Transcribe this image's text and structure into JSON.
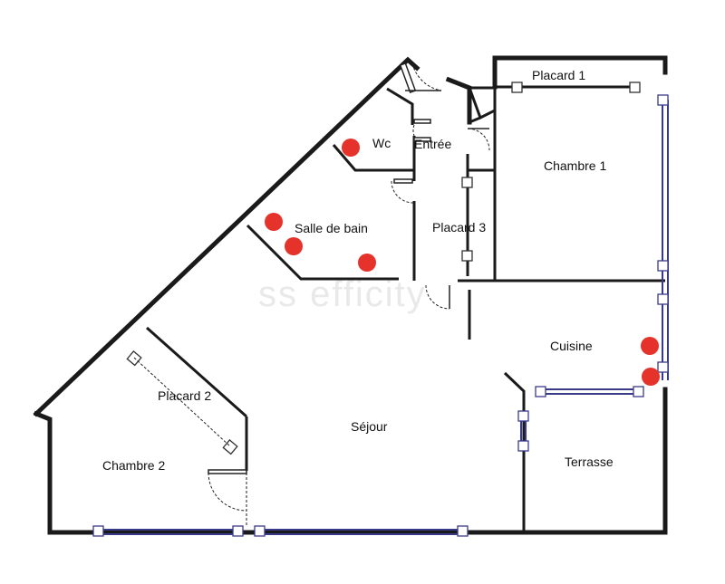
{
  "rooms": {
    "placard1": "Placard 1",
    "wc": "Wc",
    "entree": "Entrée",
    "chambre1": "Chambre 1",
    "salle_de_bain": "Salle de bain",
    "placard3": "Placard 3",
    "cuisine": "Cuisine",
    "placard2": "Placard 2",
    "sejour": "Séjour",
    "chambre2": "Chambre 2",
    "terrasse": "Terrasse"
  },
  "colors": {
    "wall": "#1a1a1a",
    "window": "#3a3a8a",
    "marker": "#e5322b"
  }
}
